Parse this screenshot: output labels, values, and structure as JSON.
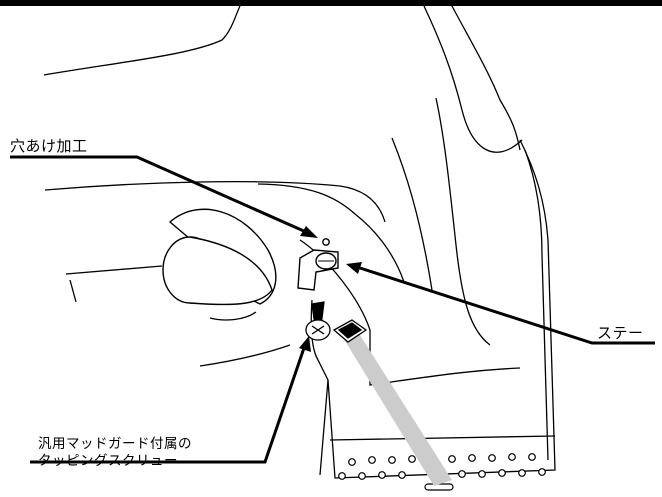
{
  "callouts": {
    "drill_hole": "穴あけ加工",
    "stay": "ステー",
    "screw_line1": "汎用マッドガード付属の",
    "screw_line2": "タッピングスクリュー"
  },
  "colors": {
    "ink": "#000000",
    "paper": "#ffffff",
    "mudflap_shade": "#cccccc"
  }
}
